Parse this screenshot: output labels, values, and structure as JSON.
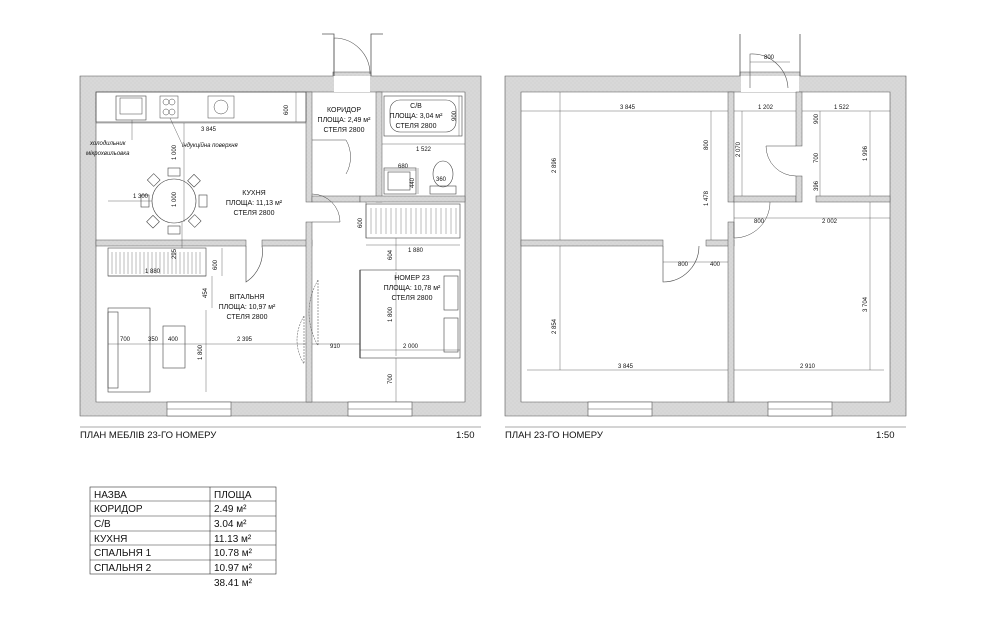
{
  "furniture_plan": {
    "caption": "ПЛАН МЕБЛІВ 23-ГО НОМЕРУ",
    "scale": "1:50",
    "rooms": {
      "kitchen": {
        "name": "КУХНЯ",
        "area": "ПЛОЩА: 11,13 м²",
        "height": "СТЕЛЯ 2800"
      },
      "corridor": {
        "name": "КОРИДОР",
        "area": "ПЛОЩА: 2,49 м²",
        "height": "СТЕЛЯ 2800"
      },
      "bathroom": {
        "name": "С/В",
        "area": "ПЛОЩА: 3,04 м²",
        "height": "СТЕЛЯ 2800"
      },
      "living": {
        "name": "ВІТАЛЬНЯ",
        "area": "ПЛОЩА: 10,97 м²",
        "height": "СТЕЛЯ 2800"
      },
      "room23": {
        "name": "НОМЕР 23",
        "area": "ПЛОЩА: 10,78 м²",
        "height": "СТЕЛЯ 2800"
      }
    },
    "labels": {
      "fridge": "холодильник",
      "microwave": "мікрохвильовка",
      "induction": "індукційна поверхня"
    },
    "dims": [
      "3 845",
      "600",
      "1 000",
      "1 300",
      "1 000",
      "295",
      "600",
      "1 880",
      "454",
      "700",
      "350",
      "400",
      "2 395",
      "1 800",
      "900",
      "1 522",
      "680",
      "440",
      "360",
      "600",
      "1 880",
      "604",
      "1 800",
      "910",
      "2 000",
      "700"
    ]
  },
  "plan": {
    "caption": "ПЛАН 23-ГО НОМЕРУ",
    "scale": "1:50",
    "dims": [
      "800",
      "3 845",
      "1 202",
      "1 522",
      "900",
      "2 896",
      "800",
      "2 070",
      "700",
      "1 996",
      "396",
      "1 478",
      "800",
      "2 002",
      "800",
      "400",
      "2 854",
      "3 704",
      "3 845",
      "2 910"
    ]
  },
  "table": {
    "headers": [
      "НАЗВА",
      "ПЛОЩА"
    ],
    "rows": [
      {
        "name": "КОРИДОР",
        "area": "2.49 м²"
      },
      {
        "name": "С/В",
        "area": "3.04 м²"
      },
      {
        "name": "КУХНЯ",
        "area": "11.13 м²"
      },
      {
        "name": "СПАЛЬНЯ 1",
        "area": "10.78 м²"
      },
      {
        "name": "СПАЛЬНЯ 2",
        "area": "10.97 м²"
      }
    ],
    "total": "38.41 м²"
  }
}
